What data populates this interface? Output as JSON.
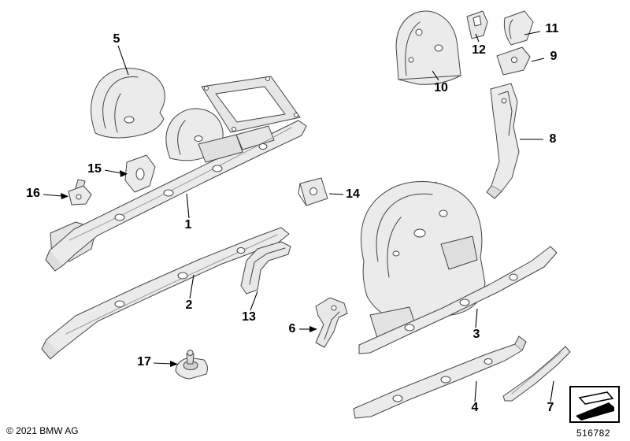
{
  "diagram": {
    "callouts": [
      {
        "label": "1"
      },
      {
        "label": "2"
      },
      {
        "label": "3"
      },
      {
        "label": "4"
      },
      {
        "label": "5"
      },
      {
        "label": "6"
      },
      {
        "label": "7"
      },
      {
        "label": "8"
      },
      {
        "label": "9"
      },
      {
        "label": "10"
      },
      {
        "label": "11"
      },
      {
        "label": "12"
      },
      {
        "label": "13"
      },
      {
        "label": "14"
      },
      {
        "label": "15"
      },
      {
        "label": "16"
      },
      {
        "label": "17"
      }
    ],
    "footer": {
      "copyright": "© 2021 BMW AG",
      "diagram_number": "516782"
    },
    "icons": [
      {
        "name": "sheet-direction-icon"
      }
    ],
    "colors": {
      "part_fill": "#ebebeb",
      "part_stroke": "#444444",
      "line": "#000000"
    }
  }
}
